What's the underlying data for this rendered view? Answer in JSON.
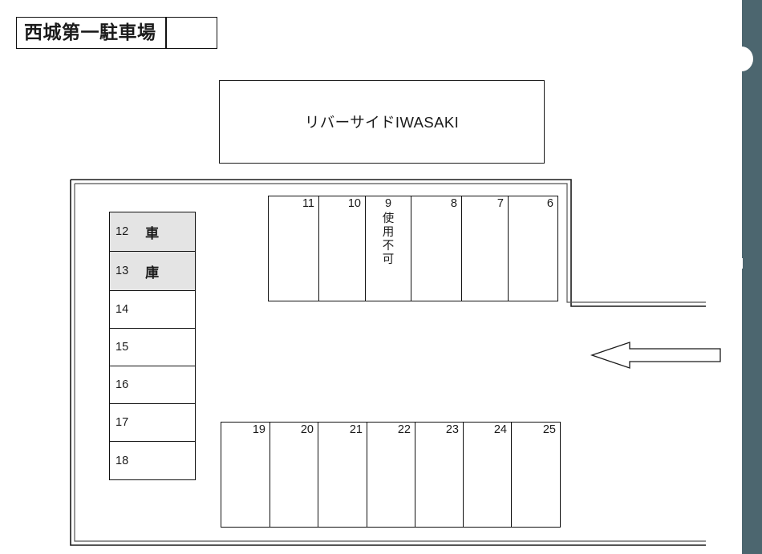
{
  "title": {
    "name": "西城第一駐車場",
    "blank_cell": ""
  },
  "building": {
    "label": "リバーサイドIWASAKI"
  },
  "colors": {
    "line": "#111111",
    "shaded_stall": "#e4e4e4",
    "scan_artifact": "#4c666f",
    "background": "#ffffff"
  },
  "rows": {
    "top": {
      "stalls": [
        {
          "number": "11",
          "note": "",
          "shaded": false,
          "width": 63,
          "align": "right"
        },
        {
          "number": "10",
          "note": "",
          "shaded": false,
          "width": 58,
          "align": "right"
        },
        {
          "number": "9",
          "note": "使用不可",
          "shaded": false,
          "width": 57,
          "align": "center"
        },
        {
          "number": "8",
          "note": "",
          "shaded": false,
          "width": 63,
          "align": "right"
        },
        {
          "number": "7",
          "note": "",
          "shaded": false,
          "width": 58,
          "align": "right"
        },
        {
          "number": "6",
          "note": "",
          "shaded": false,
          "width": 61,
          "align": "right"
        }
      ]
    },
    "bottom": {
      "stalls": [
        {
          "number": "19",
          "note": "",
          "shaded": false,
          "width": 61,
          "align": "right"
        },
        {
          "number": "20",
          "note": "",
          "shaded": false,
          "width": 60,
          "align": "right"
        },
        {
          "number": "21",
          "note": "",
          "shaded": false,
          "width": 61,
          "align": "right"
        },
        {
          "number": "22",
          "note": "",
          "shaded": false,
          "width": 60,
          "align": "right"
        },
        {
          "number": "23",
          "note": "",
          "shaded": false,
          "width": 60,
          "align": "right"
        },
        {
          "number": "24",
          "note": "",
          "shaded": false,
          "width": 60,
          "align": "right"
        },
        {
          "number": "25",
          "note": "",
          "shaded": false,
          "width": 60,
          "align": "right"
        }
      ]
    }
  },
  "left_column": {
    "stalls": [
      {
        "number": "12",
        "kanji": "車",
        "shaded": true,
        "height": 49
      },
      {
        "number": "13",
        "kanji": "庫",
        "shaded": true,
        "height": 49
      },
      {
        "number": "14",
        "kanji": "",
        "shaded": false,
        "height": 47
      },
      {
        "number": "15",
        "kanji": "",
        "shaded": false,
        "height": 47
      },
      {
        "number": "16",
        "kanji": "",
        "shaded": false,
        "height": 47
      },
      {
        "number": "17",
        "kanji": "",
        "shaded": false,
        "height": 47
      },
      {
        "number": "18",
        "kanji": "",
        "shaded": false,
        "height": 47
      }
    ]
  },
  "arrow": {
    "direction": "left",
    "meaning": "entrance-direction"
  }
}
